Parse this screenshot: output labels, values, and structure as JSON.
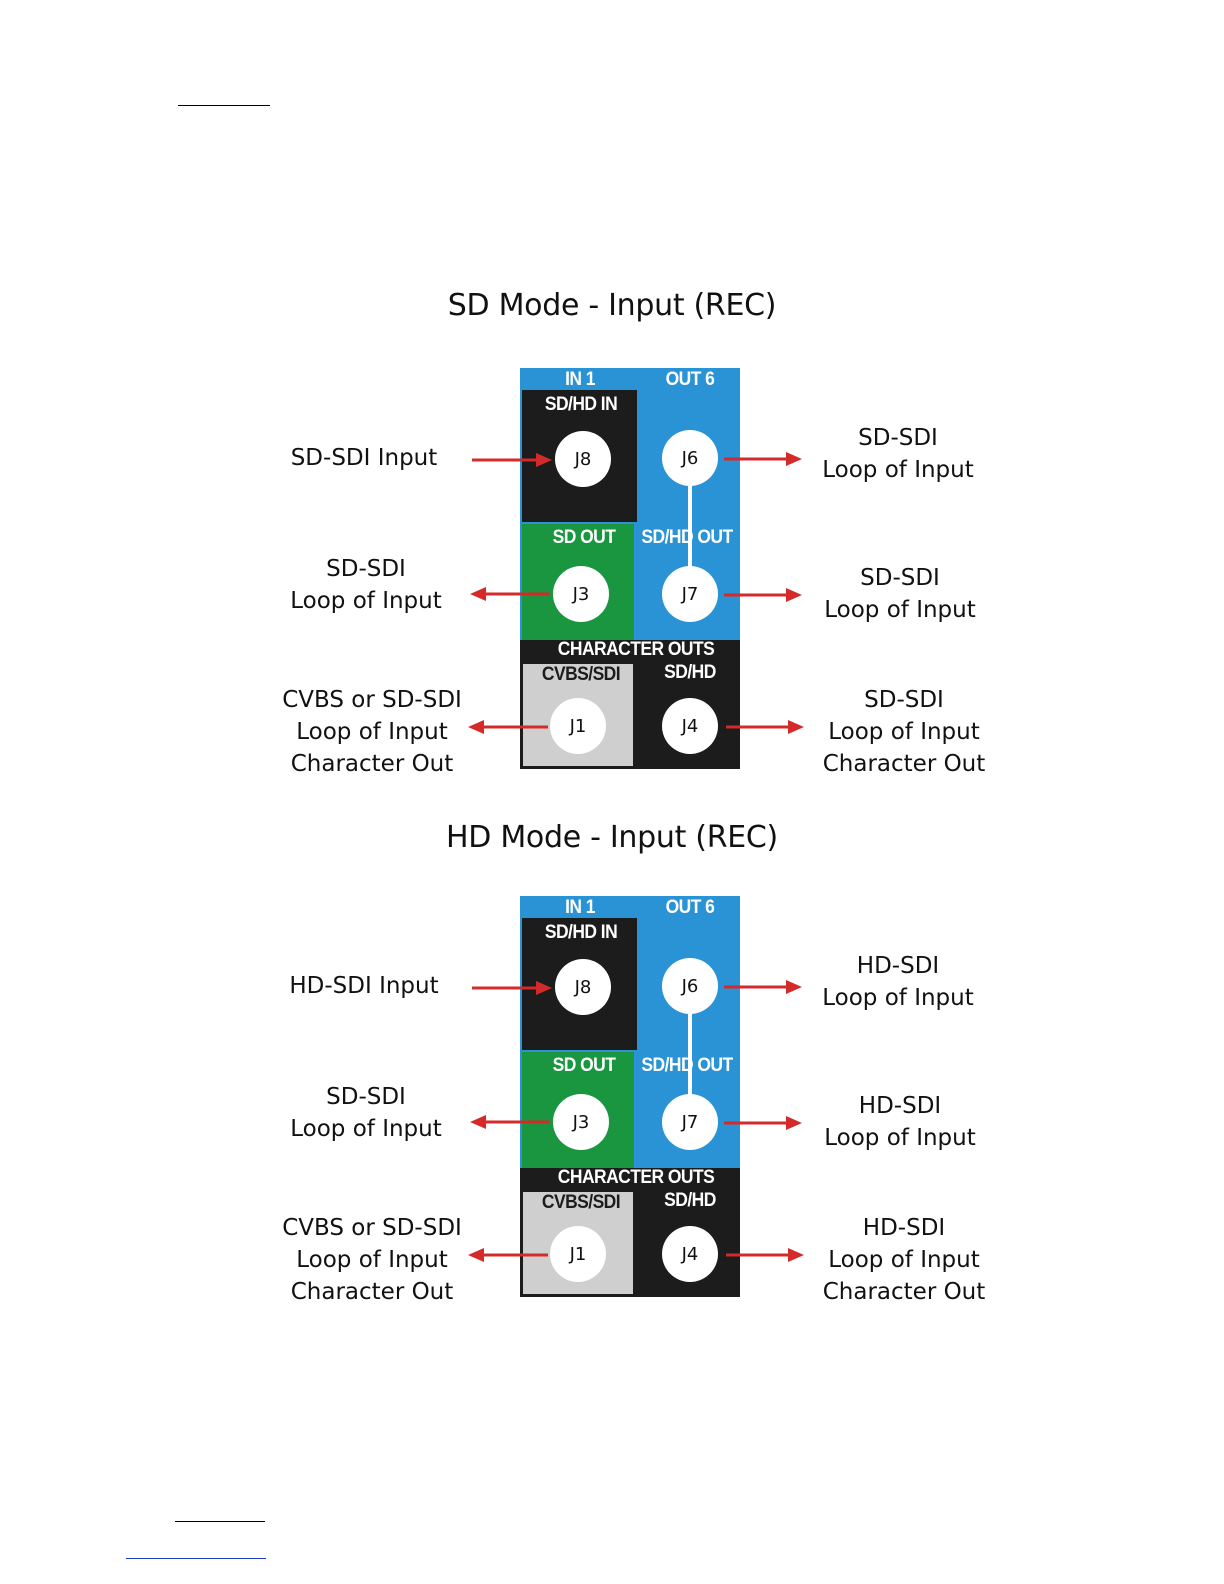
{
  "diagrams": [
    {
      "title": "SD Mode - Input (REC)",
      "panel": {
        "top_left_header": "IN 1",
        "top_right_header": "OUT 6",
        "in_block_header": "SD/HD IN",
        "sd_out_header": "SD OUT",
        "sdhd_out_header": "SD/HD OUT",
        "character_outs_header": "CHARACTER OUTS",
        "cvbs_header": "CVBS/SDI",
        "char_sdhd_header": "SD/HD",
        "connectors": {
          "j8": "J8",
          "j6": "J6",
          "j3": "J3",
          "j7": "J7",
          "j1": "J1",
          "j4": "J4"
        }
      },
      "labels": {
        "j8": [
          "SD-SDI Input"
        ],
        "j6": [
          "SD-SDI",
          "Loop of Input"
        ],
        "j3": [
          "SD-SDI",
          "Loop of Input"
        ],
        "j7": [
          "SD-SDI",
          "Loop of Input"
        ],
        "j1": [
          "CVBS or SD-SDI",
          "Loop of Input",
          "Character Out"
        ],
        "j4": [
          "SD-SDI",
          "Loop of Input",
          "Character Out"
        ]
      }
    },
    {
      "title": "HD Mode - Input (REC)",
      "panel": {
        "top_left_header": "IN 1",
        "top_right_header": "OUT 6",
        "in_block_header": "SD/HD IN",
        "sd_out_header": "SD OUT",
        "sdhd_out_header": "SD/HD OUT",
        "character_outs_header": "CHARACTER OUTS",
        "cvbs_header": "CVBS/SDI",
        "char_sdhd_header": "SD/HD",
        "connectors": {
          "j8": "J8",
          "j6": "J6",
          "j3": "J3",
          "j7": "J7",
          "j1": "J1",
          "j4": "J4"
        }
      },
      "labels": {
        "j8": [
          "HD-SDI Input"
        ],
        "j6": [
          "HD-SDI",
          "Loop of Input"
        ],
        "j3": [
          "SD-SDI",
          "Loop of Input"
        ],
        "j7": [
          "HD-SDI",
          "Loop of Input"
        ],
        "j1": [
          "CVBS or SD-SDI",
          "Loop of Input",
          "Character Out"
        ],
        "j4": [
          "HD-SDI",
          "Loop of Input",
          "Character Out"
        ]
      }
    }
  ],
  "colors": {
    "panel_blue": "#2a93d5",
    "panel_black": "#1c1c1c",
    "panel_green": "#1a9640",
    "panel_grey": "#cfcfcf",
    "arrow_red": "#d42a2a",
    "link_blue": "#1f3fbf"
  }
}
